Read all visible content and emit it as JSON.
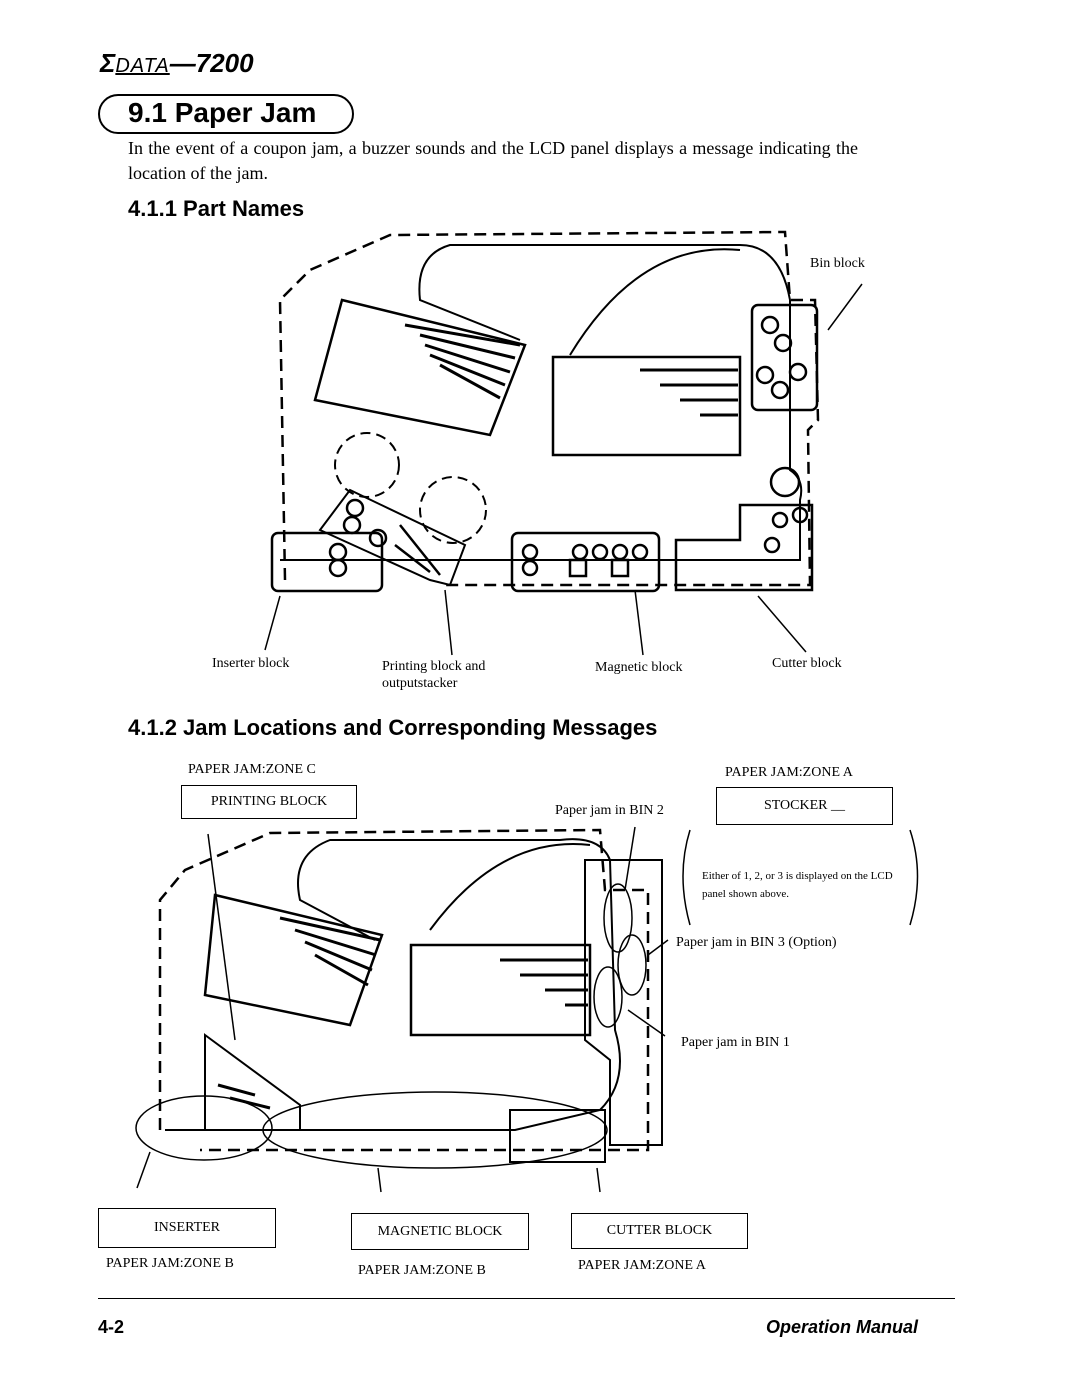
{
  "header": {
    "logo_symbol": "Σ",
    "logo_brand": "DATA",
    "logo_model": "7200"
  },
  "section": {
    "title": "9.1 Paper Jam"
  },
  "intro": "In the event of a coupon jam, a buzzer sounds and the LCD panel displays a message indicating the location of the jam.",
  "part_names": {
    "heading": "4.1.1 Part Names",
    "labels": {
      "bin": "Bin block",
      "inserter": "Inserter block",
      "printing": "Printing block and outputstacker",
      "magnetic": "Magnetic block",
      "cutter": "Cutter block"
    }
  },
  "jam_locations": {
    "heading": "4.1.2 Jam Locations and Corresponding Messages",
    "zone_c_label": "PAPER JAM:ZONE C",
    "zone_c_box": "PRINTING BLOCK",
    "zone_a_label": "PAPER JAM:ZONE A",
    "stocker_box": "STOCKER __",
    "bin2": "Paper jam in BIN 2",
    "note": "Either of 1, 2, or 3 is displayed on the LCD panel shown above.",
    "bin3": "Paper jam in BIN 3 (Option)",
    "bin1": "Paper jam in BIN 1",
    "inserter_box": "INSERTER",
    "inserter_zone": "PAPER JAM:ZONE B",
    "magnetic_box": "MAGNETIC BLOCK",
    "magnetic_zone": "PAPER JAM:ZONE B",
    "cutter_box": "CUTTER BLOCK",
    "cutter_zone": "PAPER JAM:ZONE A"
  },
  "footer": {
    "page_number": "4-2",
    "manual_title": "Operation Manual"
  }
}
